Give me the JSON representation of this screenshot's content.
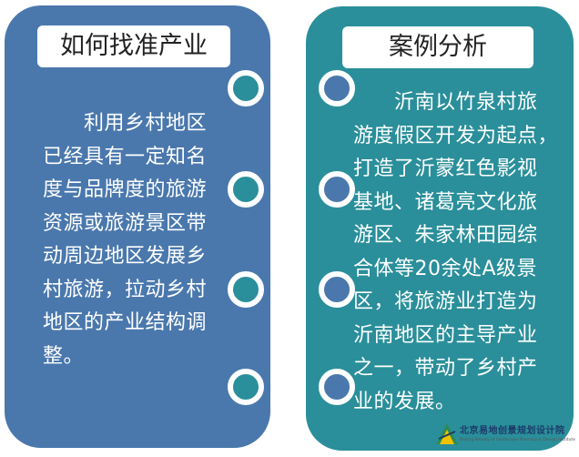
{
  "left_card": {
    "title": "如何找准产业",
    "lines": [
      "　　利用乡村地区",
      "已经具有一定知名",
      "度与品牌度的旅游",
      "资源或旅游景区带",
      "动周边地区发展乡",
      "村旅游，拉动乡村",
      "地区的产业结构调",
      "整。"
    ]
  },
  "right_card": {
    "title": "案例分析",
    "lines": [
      "　　沂南以竹泉村旅",
      "游度假区开发为起点，",
      "打造了沂蒙红色影视",
      "基地、诸葛亮文化旅",
      "游区、朱家林田园综",
      "合体等20余处A级景",
      "区，将旅游业打造为",
      "沂南地区的主导产业",
      "之一，带动了乡村产",
      "业的发展。"
    ]
  },
  "watermark": {
    "cn": "北京易地创景规划设计院",
    "en": "Beijing Beauty of Landscape Planning & Design Institute"
  },
  "colors": {
    "left_bg": "#4a78ad",
    "right_bg": "#2a8f9a"
  }
}
